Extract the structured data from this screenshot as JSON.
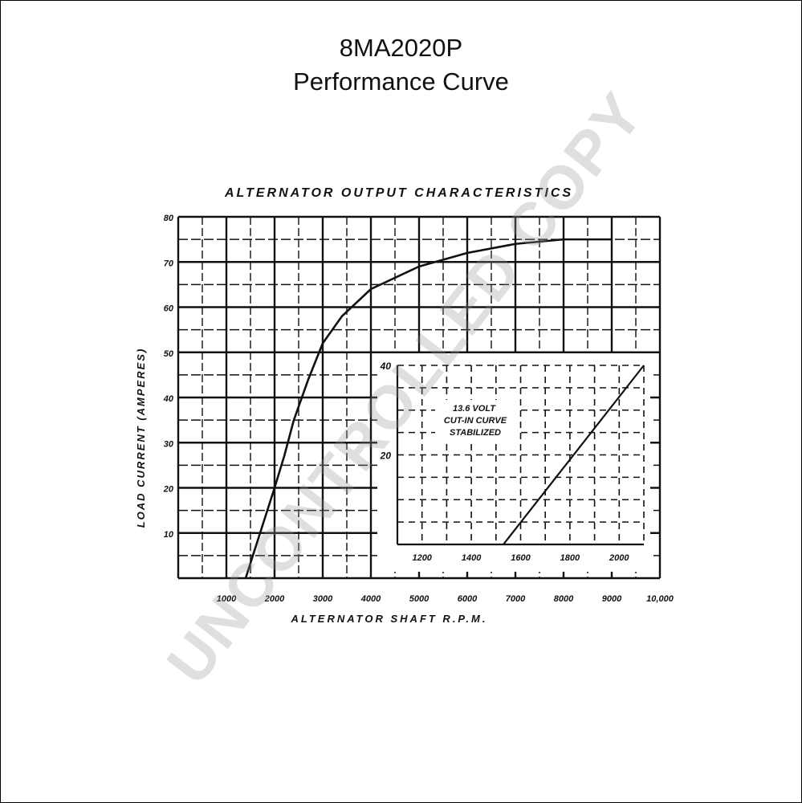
{
  "header": {
    "model": "8MA2020P",
    "subtitle": "Performance Curve"
  },
  "watermark": "UNCONTROLLED COPY",
  "colors": {
    "ink": "#111111",
    "watermark": "#9a9a9a"
  },
  "chart_data": [
    {
      "type": "line",
      "title": "ALTERNATOR OUTPUT CHARACTERISTICS",
      "xlabel": "ALTERNATOR SHAFT R.P.M.",
      "ylabel": "LOAD CURRENT (AMPERES)",
      "xlim": [
        0,
        10000
      ],
      "ylim": [
        0,
        80
      ],
      "x_ticks": [
        "1000",
        "2000",
        "3000",
        "4000",
        "5000",
        "6000",
        "7000",
        "8000",
        "9000",
        "10,000"
      ],
      "y_ticks": [
        "10",
        "20",
        "30",
        "40",
        "50",
        "60",
        "70",
        "80"
      ],
      "grid": true,
      "series": [
        {
          "x": [
            1400,
            1550,
            1700,
            1850,
            2000,
            2200,
            2400,
            2700,
            3000,
            3400,
            4000,
            5000,
            6000,
            7000,
            8000,
            9000
          ],
          "y": [
            0,
            5,
            10,
            15,
            20,
            27,
            35,
            44,
            52,
            58,
            64,
            69,
            72,
            74,
            75,
            75
          ]
        }
      ]
    },
    {
      "type": "line",
      "title": "13.6 VOLT CUT-IN CURVE STABILIZED",
      "xlim": [
        1100,
        2100
      ],
      "ylim": [
        0,
        40
      ],
      "x_ticks": [
        "1200",
        "1400",
        "1600",
        "1800",
        "2000"
      ],
      "y_ticks": [
        "20",
        "40"
      ],
      "grid": true,
      "series": [
        {
          "x": [
            1530,
            2100
          ],
          "y": [
            0,
            40
          ]
        }
      ]
    }
  ]
}
